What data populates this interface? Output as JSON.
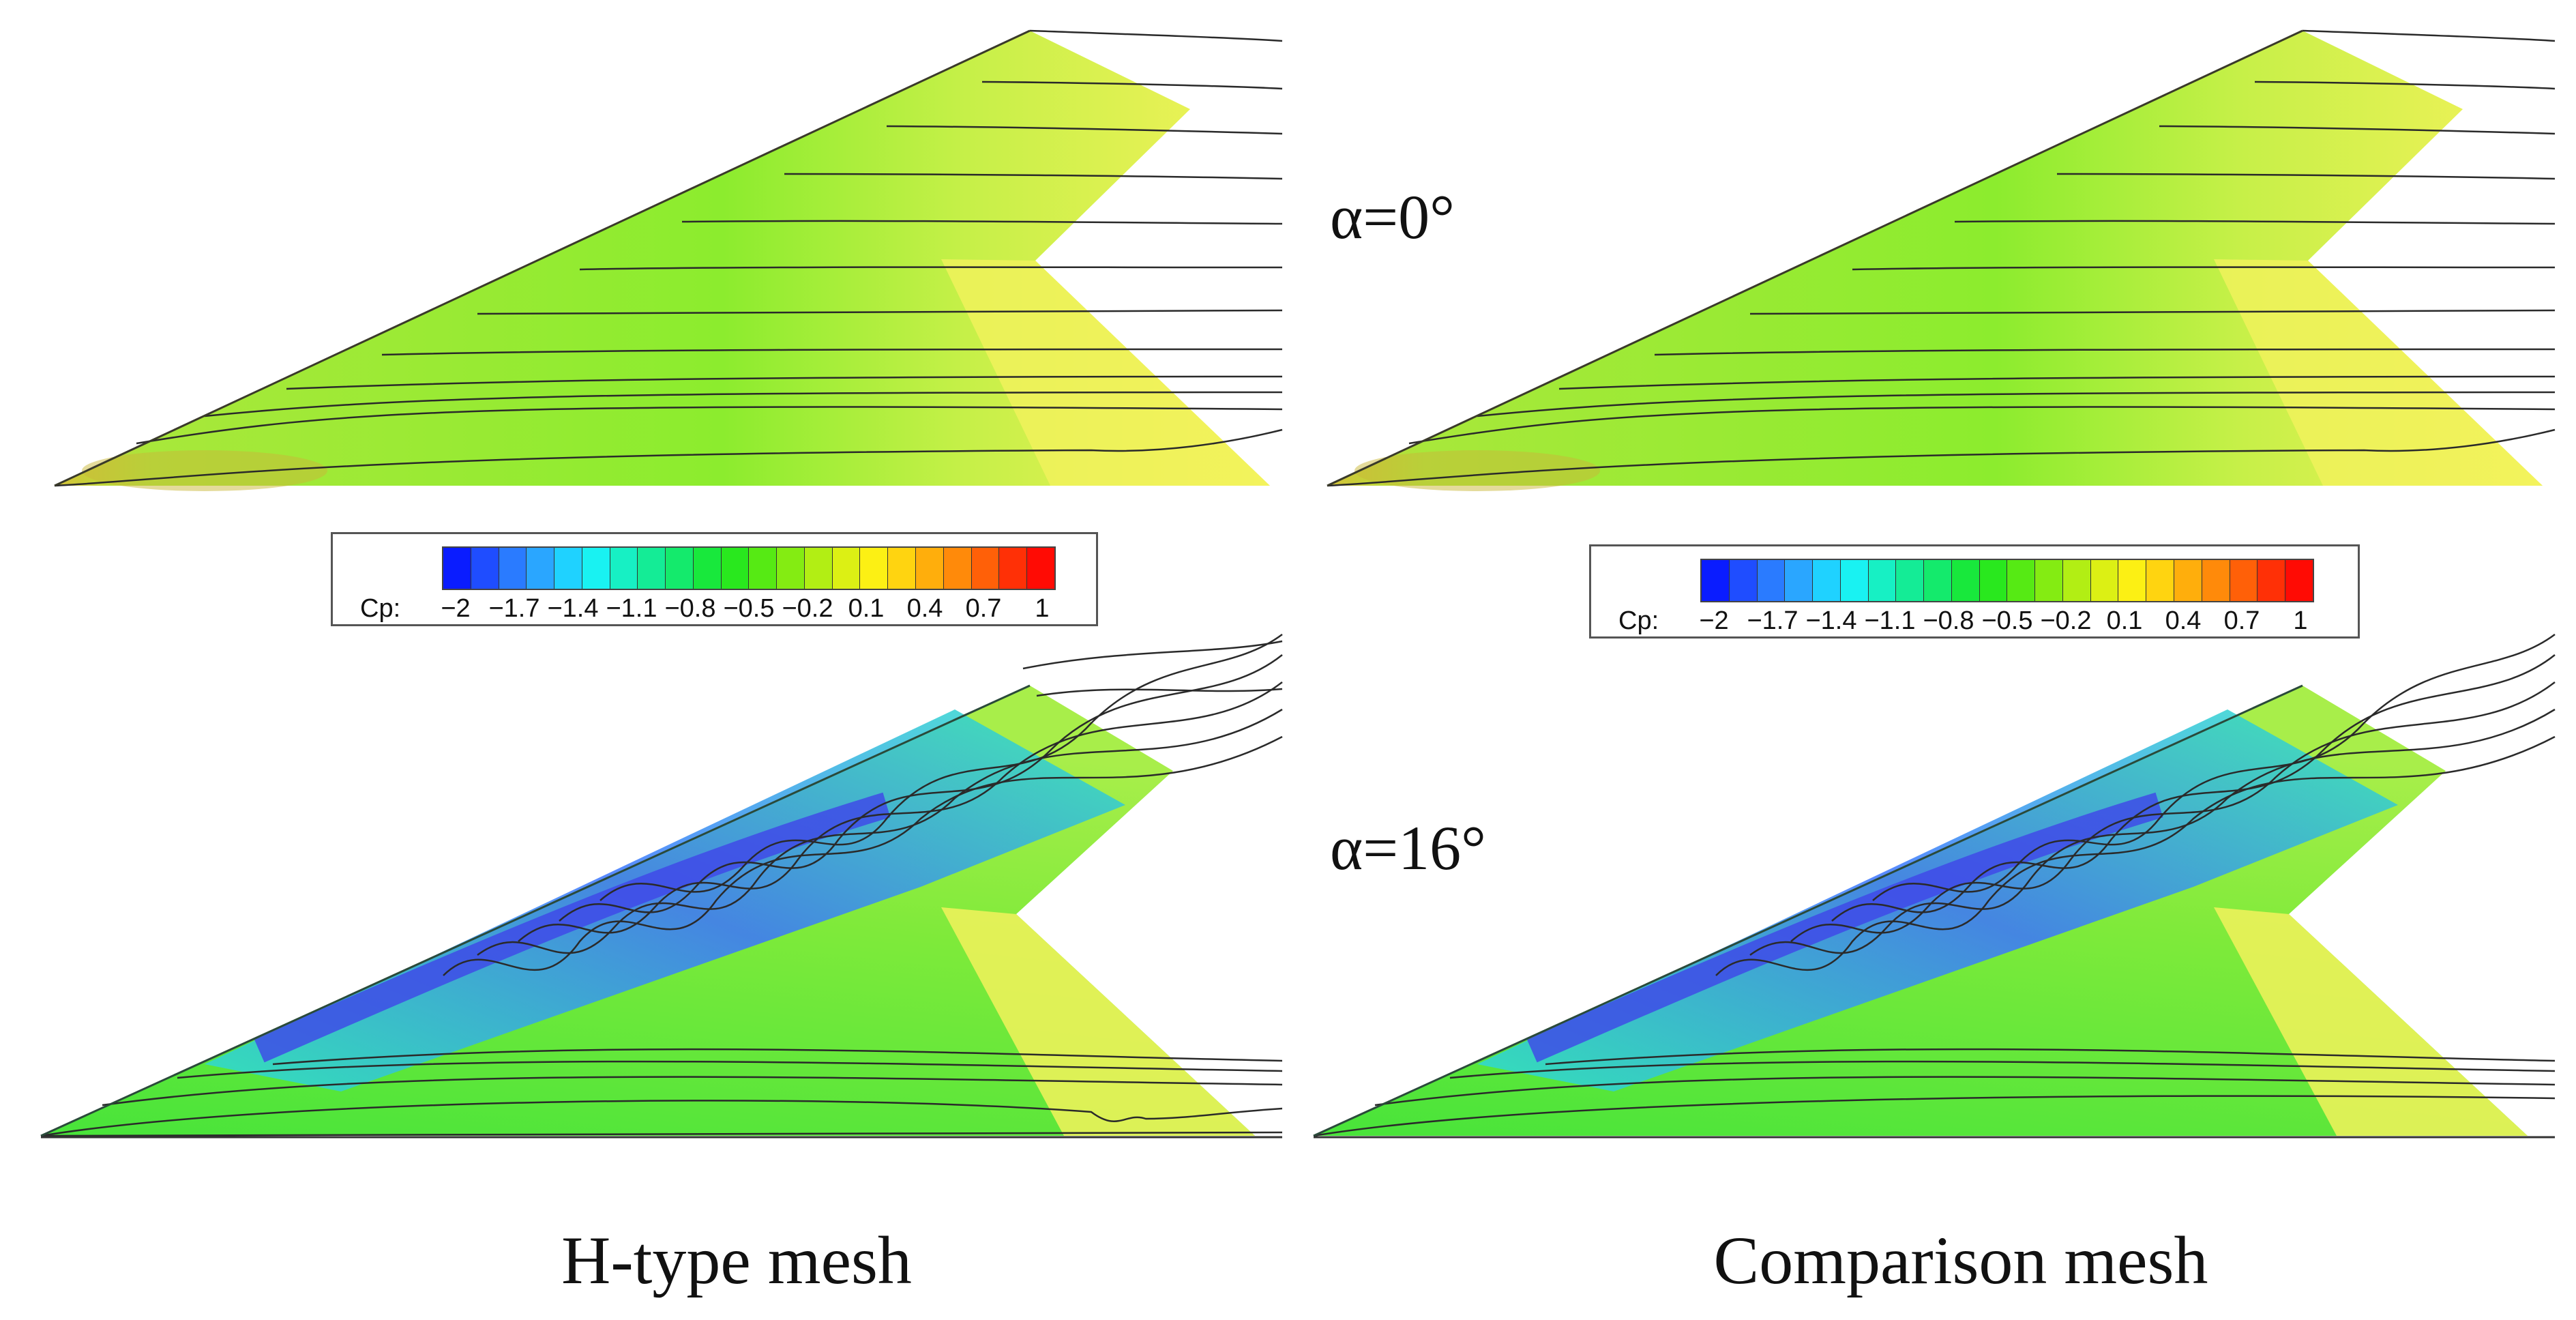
{
  "panels": {
    "left_mesh_caption": "H-type mesh",
    "right_mesh_caption": "Comparison mesh",
    "alpha_top": "α=0°",
    "alpha_bottom": "α=16°"
  },
  "legend": {
    "label": "Cp:",
    "ticks": [
      "−2",
      "−1.7",
      "−1.4",
      "−1.1",
      "−0.8",
      "−0.5",
      "−0.2",
      "0.1",
      "0.4",
      "0.7",
      "1"
    ],
    "colormap": [
      "#0a1cff",
      "#1f4dff",
      "#2a7bff",
      "#2aa6ff",
      "#1fd2ff",
      "#19f2f2",
      "#17f0c4",
      "#14ec96",
      "#14ea6c",
      "#18e83c",
      "#29e81e",
      "#56ea14",
      "#84ec12",
      "#b2ee14",
      "#dcf014",
      "#fcf014",
      "#ffd410",
      "#ffae0c",
      "#ff8a0a",
      "#ff6008",
      "#ff3006",
      "#ff0b04"
    ]
  },
  "colors": {
    "yellow": "#f3f35a",
    "light_green": "#b6f24a",
    "green": "#56e632",
    "cyan": "#3ef0d6",
    "blue": "#3b55ff",
    "streamline": "#2a2a2a"
  }
}
